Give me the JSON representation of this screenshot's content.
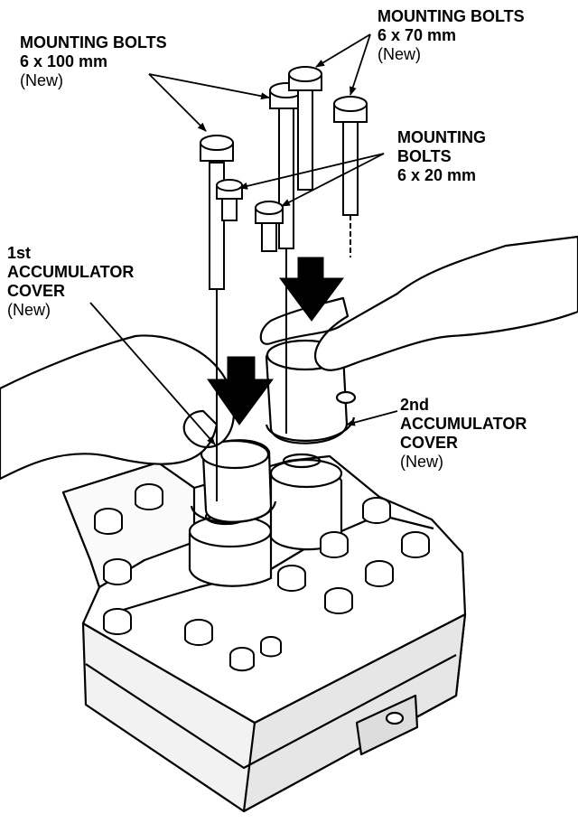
{
  "colors": {
    "ink": "#000000",
    "paper": "#ffffff",
    "shade": "#e6e6e6"
  },
  "labels": {
    "bolts_100": {
      "line1": "MOUNTING BOLTS",
      "line2": "6 x 100 mm",
      "line3": "(New)"
    },
    "bolts_70": {
      "line1": "MOUNTING BOLTS",
      "line2": "6 x 70 mm",
      "line3": "(New)"
    },
    "bolts_20": {
      "line1": "MOUNTING",
      "line2": "BOLTS",
      "line3": "6 x 20 mm"
    },
    "cover_1st": {
      "line1": "1st",
      "line2": "ACCUMULATOR",
      "line3": "COVER",
      "line4": "(New)"
    },
    "cover_2nd": {
      "line1": "2nd",
      "line2": "ACCUMULATOR",
      "line3": "COVER",
      "line4": "(New)"
    }
  },
  "icons": [
    "bolt-icon",
    "down-arrow-icon",
    "hand-icon",
    "accumulator-cover-icon",
    "valve-body-icon"
  ]
}
